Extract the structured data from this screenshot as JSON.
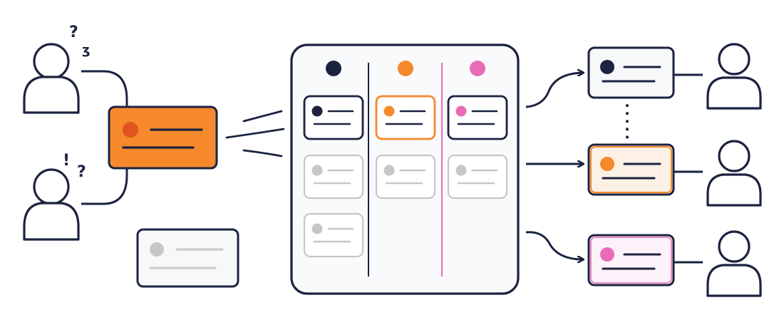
{
  "colors": {
    "navy": "#1b2340",
    "orange": "#f5892b",
    "pink": "#e96bb8",
    "gray": "#c7c7c7",
    "card_fill": "#f7f8fa",
    "board_fill": "#f9fafb"
  },
  "glyphs": {
    "question": "?",
    "exclaim": "!",
    "squiggle": "ʒ"
  },
  "board": {
    "columns": [
      {
        "status_color": "navy",
        "cards": [
          "navy",
          "gray",
          "gray"
        ]
      },
      {
        "status_color": "orange",
        "cards": [
          "orange",
          "gray"
        ]
      },
      {
        "status_color": "pink",
        "cards": [
          "pink",
          "gray"
        ]
      }
    ]
  },
  "assignees": [
    {
      "card_color": "navy"
    },
    {
      "card_color": "orange"
    },
    {
      "card_color": "pink"
    }
  ]
}
